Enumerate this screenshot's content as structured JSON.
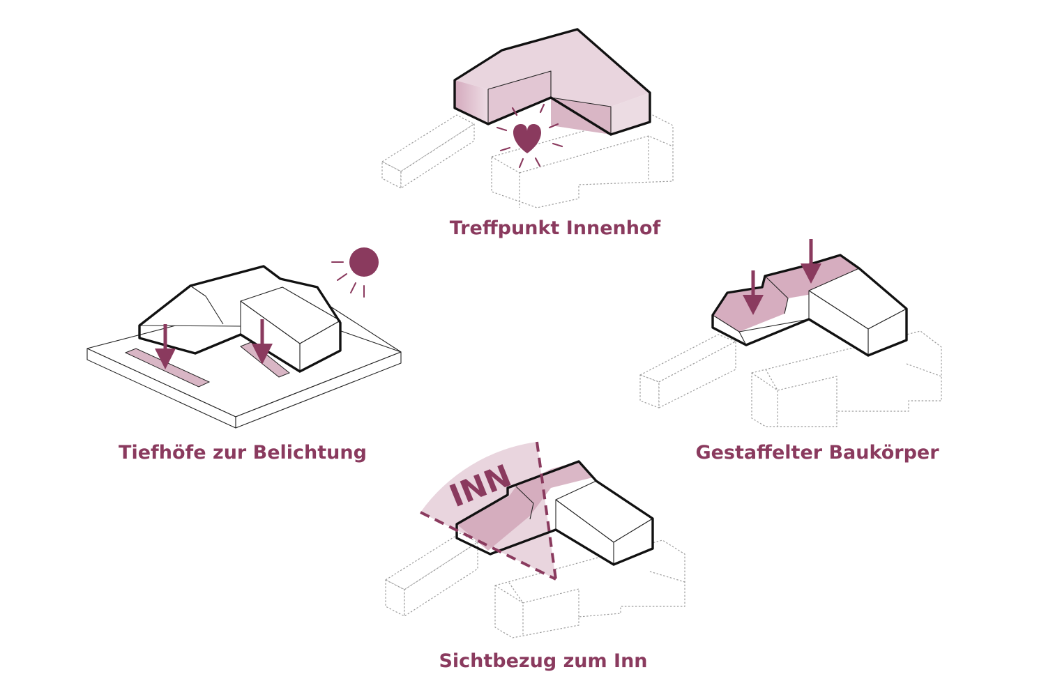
{
  "colors": {
    "accent": "#8a3a5e",
    "pink_fill": "#e9d5de",
    "pink_medium": "#c99aae",
    "outline": "#111111",
    "context_line": "#9c9c9c"
  },
  "diagrams": [
    {
      "caption": "Treffpunkt Innenhof",
      "icon": "heart-icon"
    },
    {
      "caption": "Tiefhöfe zur Belichtung",
      "icon": "sun-icon"
    },
    {
      "caption": "Gestaffelter Baukörper",
      "icon": "arrow-down-icon"
    },
    {
      "caption": "Sichtbezug zum Inn",
      "view_label": "INN"
    }
  ]
}
